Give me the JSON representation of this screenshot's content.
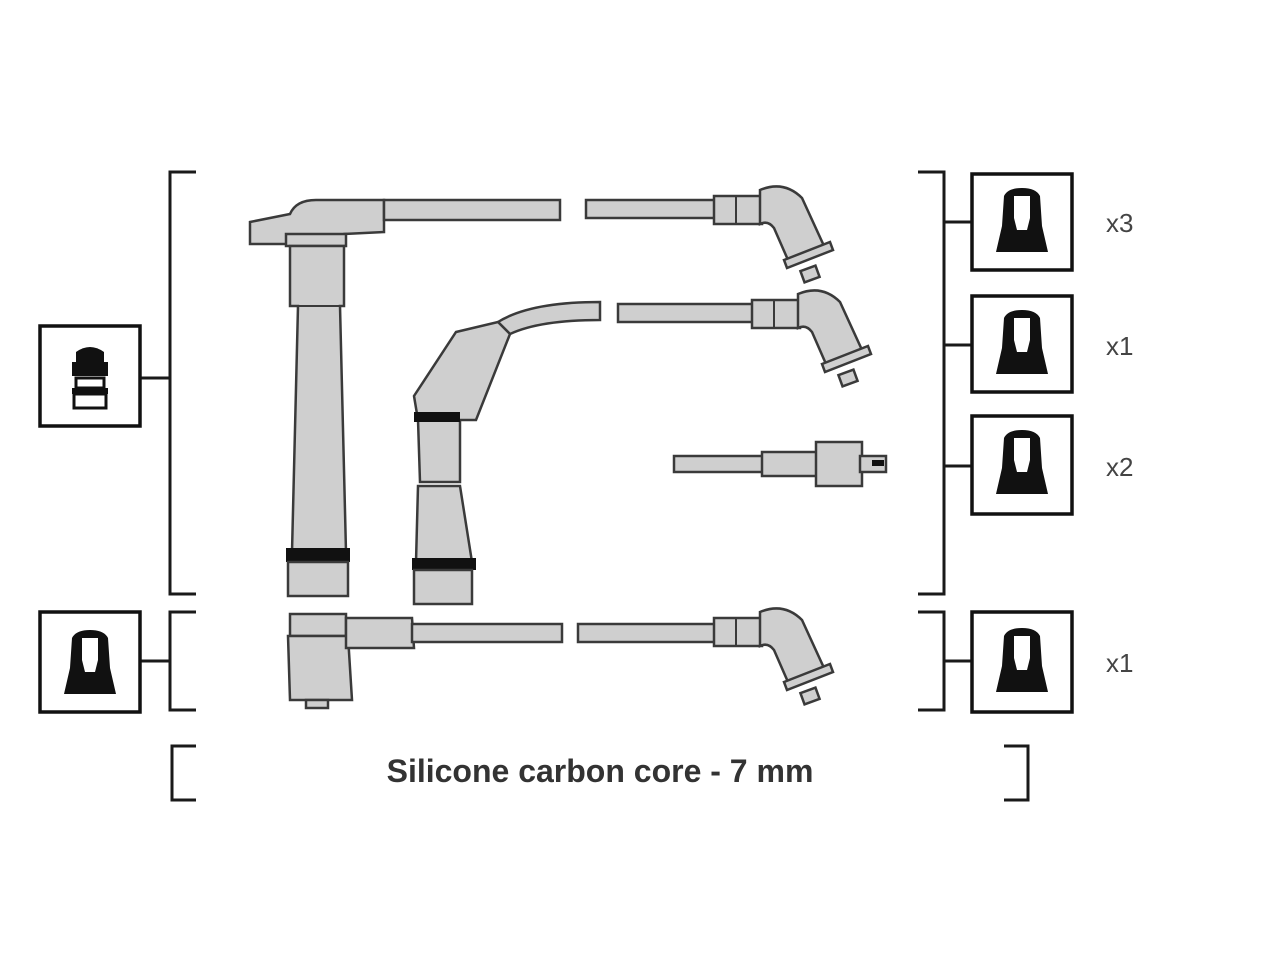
{
  "legend": {
    "quantities": {
      "row1": "x3",
      "row2": "x1",
      "row3": "x2",
      "row4": "x1"
    },
    "caption": "Silicone carbon core - 7 mm"
  },
  "colors": {
    "wire_fill": "#cfcfcf",
    "outline": "#3a3a3a",
    "bracket": "#1a1a1a",
    "text": "#333333"
  },
  "icons": {
    "left_top": "coil-connector-icon",
    "left_bottom": "distributor-boot-icon",
    "right": "spark-plug-boot-icon"
  }
}
